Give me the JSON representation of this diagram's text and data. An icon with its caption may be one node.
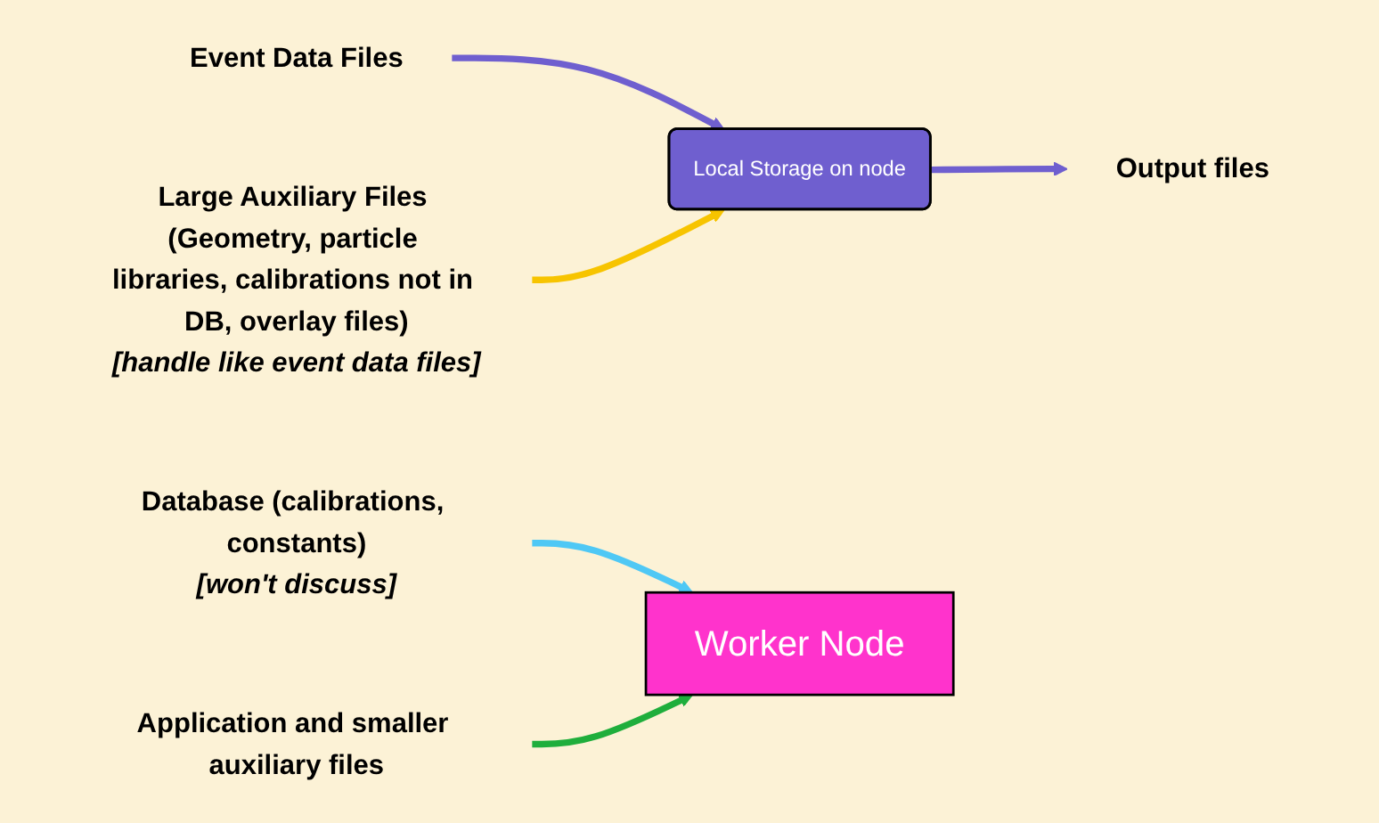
{
  "diagram": {
    "nodes": [
      {
        "text": [
          "Event Data Files"
        ]
      },
      {
        "text": [
          "Output files"
        ]
      },
      {
        "text": [
          "Local Storage on node"
        ]
      },
      {
        "text": [
          "Worker Node"
        ]
      },
      {
        "text": [
          "Database (calibrations, constants)",
          "[won't discuss]"
        ]
      },
      {
        "text": [
          "Large Auxiliary Files (Geometry, particle libraries, calibrations not in DB, overlay files)",
          "[handle like event data files]"
        ]
      },
      {
        "text": [
          "Application and smaller auxiliary files"
        ]
      }
    ],
    "edges": [
      {
        "from": 0,
        "to": 2,
        "arrow": "to",
        "color": "#6f5fcf"
      },
      {
        "from": 2,
        "to": 1,
        "arrow": "to",
        "color": "#6f5fcf"
      },
      {
        "from": 4,
        "to": 3,
        "arrow": "to",
        "color": "#4fc8f5"
      },
      {
        "from": 5,
        "to": 2,
        "arrow": "to",
        "color": "#f7c400"
      },
      {
        "from": 6,
        "to": 3,
        "arrow": "to",
        "color": "#1fae3c"
      }
    ]
  }
}
